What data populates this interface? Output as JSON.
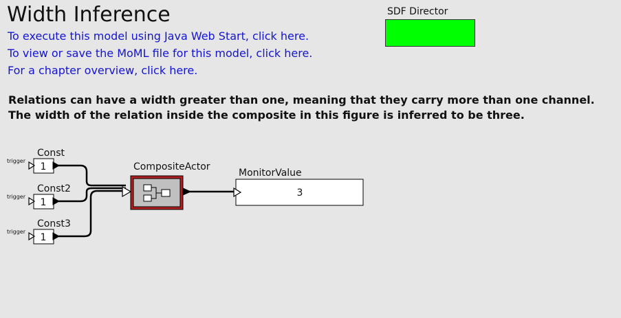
{
  "header": {
    "title": "Width Inference",
    "links": [
      "To execute this model using Java Web Start, click here.",
      "To view or save the MoML file for this model, click here.",
      "For a chapter overview, click here."
    ],
    "description": [
      "Relations can have a width greater than one, meaning that they carry more than one channel.",
      "The width of the relation inside the composite in this figure is inferred to be three."
    ]
  },
  "director": {
    "label": "SDF Director",
    "color": "#00ff00"
  },
  "actors": {
    "const1": {
      "name": "Const",
      "port_label": "trigger",
      "value": "1"
    },
    "const2": {
      "name": "Const2",
      "port_label": "trigger",
      "value": "1"
    },
    "const3": {
      "name": "Const3",
      "port_label": "trigger",
      "value": "1"
    },
    "composite": {
      "name": "CompositeActor",
      "border_color": "#b02020"
    },
    "monitor": {
      "name": "MonitorValue",
      "value": "3"
    }
  }
}
